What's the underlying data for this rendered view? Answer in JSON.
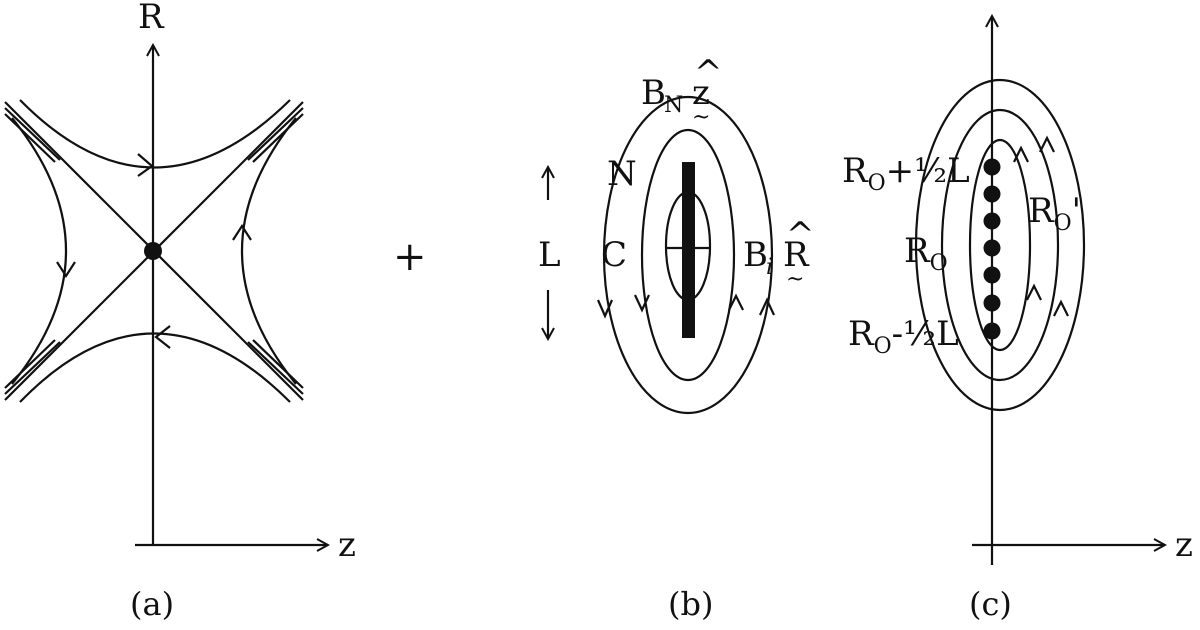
{
  "panel_a": {
    "axis_vertical_label": "R",
    "axis_horizontal_label": "z",
    "caption": "(a)"
  },
  "plus_sign": "+",
  "panel_b": {
    "top_field_label": "B",
    "top_field_subscript": "N",
    "top_field_vector": "z",
    "hat": "^",
    "tilde": "~",
    "label_n": "N",
    "label_c": "C",
    "length_label": "L",
    "side_field_label": "B",
    "side_field_subscript": "i",
    "side_field_vector": "R",
    "caption": "(b)"
  },
  "panel_c": {
    "axis_horizontal_label": "z",
    "top_point_label_main": "R",
    "top_point_label_sub": "O",
    "top_point_label_rest": "+½L",
    "center_label_main": "R",
    "center_label_sub": "O",
    "bottom_point_label_main": "R",
    "bottom_point_label_sub": "O",
    "bottom_point_label_rest": "-½L",
    "right_label_main": "R",
    "right_label_sub": "O",
    "right_label_prime": "'",
    "caption": "(c)"
  }
}
